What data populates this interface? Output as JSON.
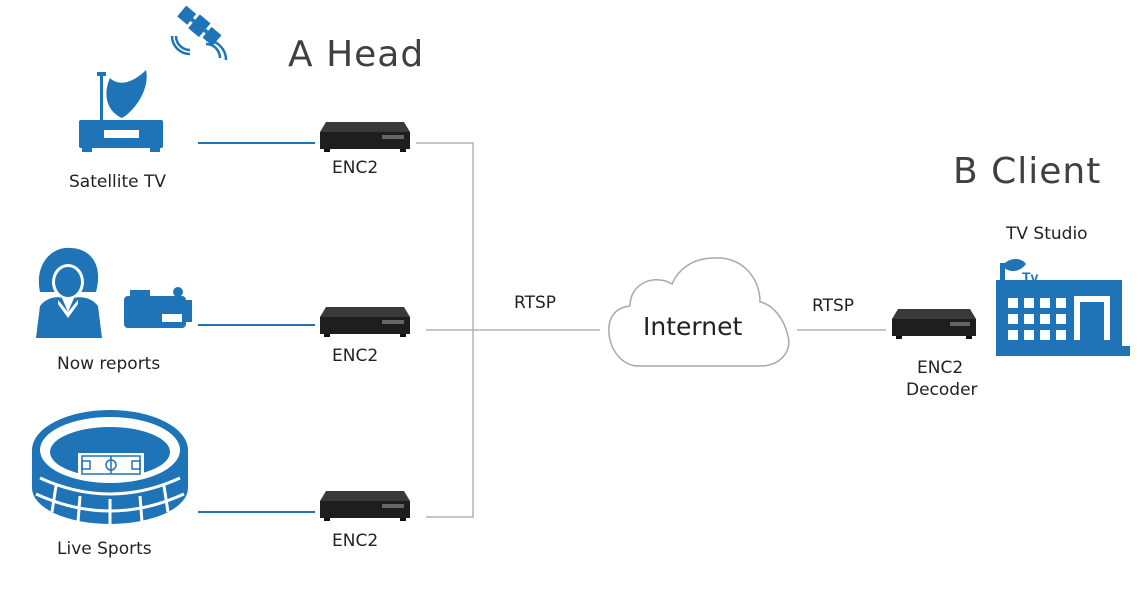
{
  "head_title": "A Head",
  "client_title": "B Client",
  "sources": [
    {
      "label": "Satellite TV",
      "icon": "satellite-receiver-icon"
    },
    {
      "label": "Now reports",
      "icon": "reporter-camera-icon"
    },
    {
      "label": "Live Sports",
      "icon": "stadium-icon"
    }
  ],
  "encoders": [
    {
      "label": "ENC2"
    },
    {
      "label": "ENC2"
    },
    {
      "label": "ENC2"
    }
  ],
  "protocol_left": "RTSP",
  "protocol_right": "RTSP",
  "cloud_label": "Internet",
  "decoder": {
    "line1": "ENC2",
    "line2": "Decoder"
  },
  "studio_label": "TV Studio",
  "colors": {
    "accent": "#1f73b7",
    "line": "#b3b3b3",
    "device": "#2a2a2a"
  }
}
